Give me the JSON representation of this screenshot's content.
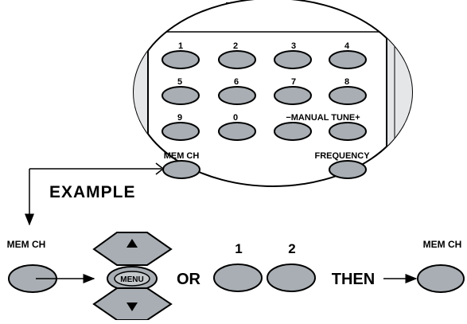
{
  "remote": {
    "number_keys": [
      "1",
      "2",
      "3",
      "4",
      "5",
      "6",
      "7",
      "8",
      "9",
      "0"
    ],
    "manual_tune_label": "−MANUAL TUNE+",
    "mem_ch_label": "MEM CH",
    "frequency_label": "FREQUENCY"
  },
  "example": {
    "title": "EXAMPLE",
    "start_label": "MEM CH",
    "menu_label": "MENU",
    "or_label": "OR",
    "digit_one": "1",
    "digit_two": "2",
    "then_label": "THEN",
    "end_label": "MEM CH"
  },
  "colors": {
    "button_fill": "#a8aeb3",
    "outline": "#000000",
    "background": "#ffffff"
  }
}
